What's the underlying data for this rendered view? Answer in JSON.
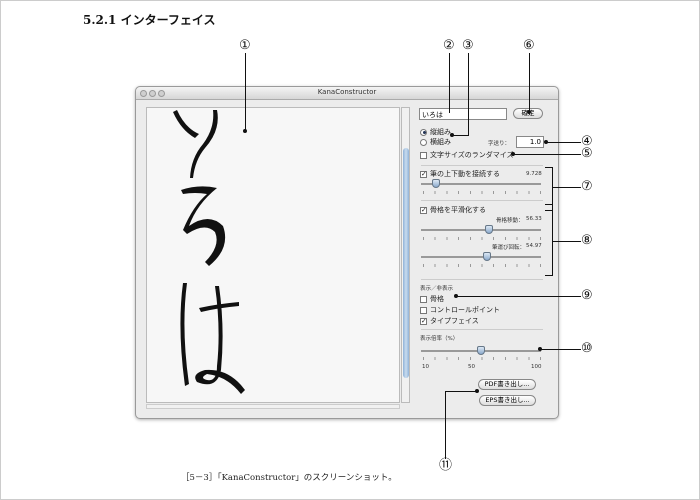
{
  "heading": "5.2.1 インターフェイス",
  "window": {
    "title": "KanaConstructor"
  },
  "canvas": {
    "text": "いろは"
  },
  "panel": {
    "text_value": "いろは",
    "confirm_label": "確定",
    "vertical_label": "縦組み",
    "horizontal_label": "横組み",
    "spacing_label": "字送り：",
    "spacing_value": "1.0",
    "randomize_label": "文字サイズのランダマイズ",
    "connect_label": "筆の上下動を接続する",
    "connect_value": "9.728",
    "smooth_label": "骨格を平滑化する",
    "skeleton_move_label": "骨格移動：",
    "skeleton_move_value": "56.33",
    "brush_rotate_label": "筆運び回転：",
    "brush_rotate_value": "54.97",
    "display_label": "表示／非表示",
    "skeleton_label": "骨格",
    "control_points_label": "コントロールポイント",
    "typeface_label": "タイプフェイス",
    "zoom_label": "表示倍率（%）",
    "zoom_ticks": [
      "10",
      "50",
      "100"
    ],
    "zoom_value_percent": 55,
    "pdf_label": "PDF書き出し...",
    "eps_label": "EPS書き出し..."
  },
  "callouts": [
    "①",
    "②",
    "③",
    "④",
    "⑤",
    "⑥",
    "⑦",
    "⑧",
    "⑨",
    "⑩",
    "⑪"
  ],
  "caption": "［5－3］「KanaConstructor」のスクリーンショット。"
}
